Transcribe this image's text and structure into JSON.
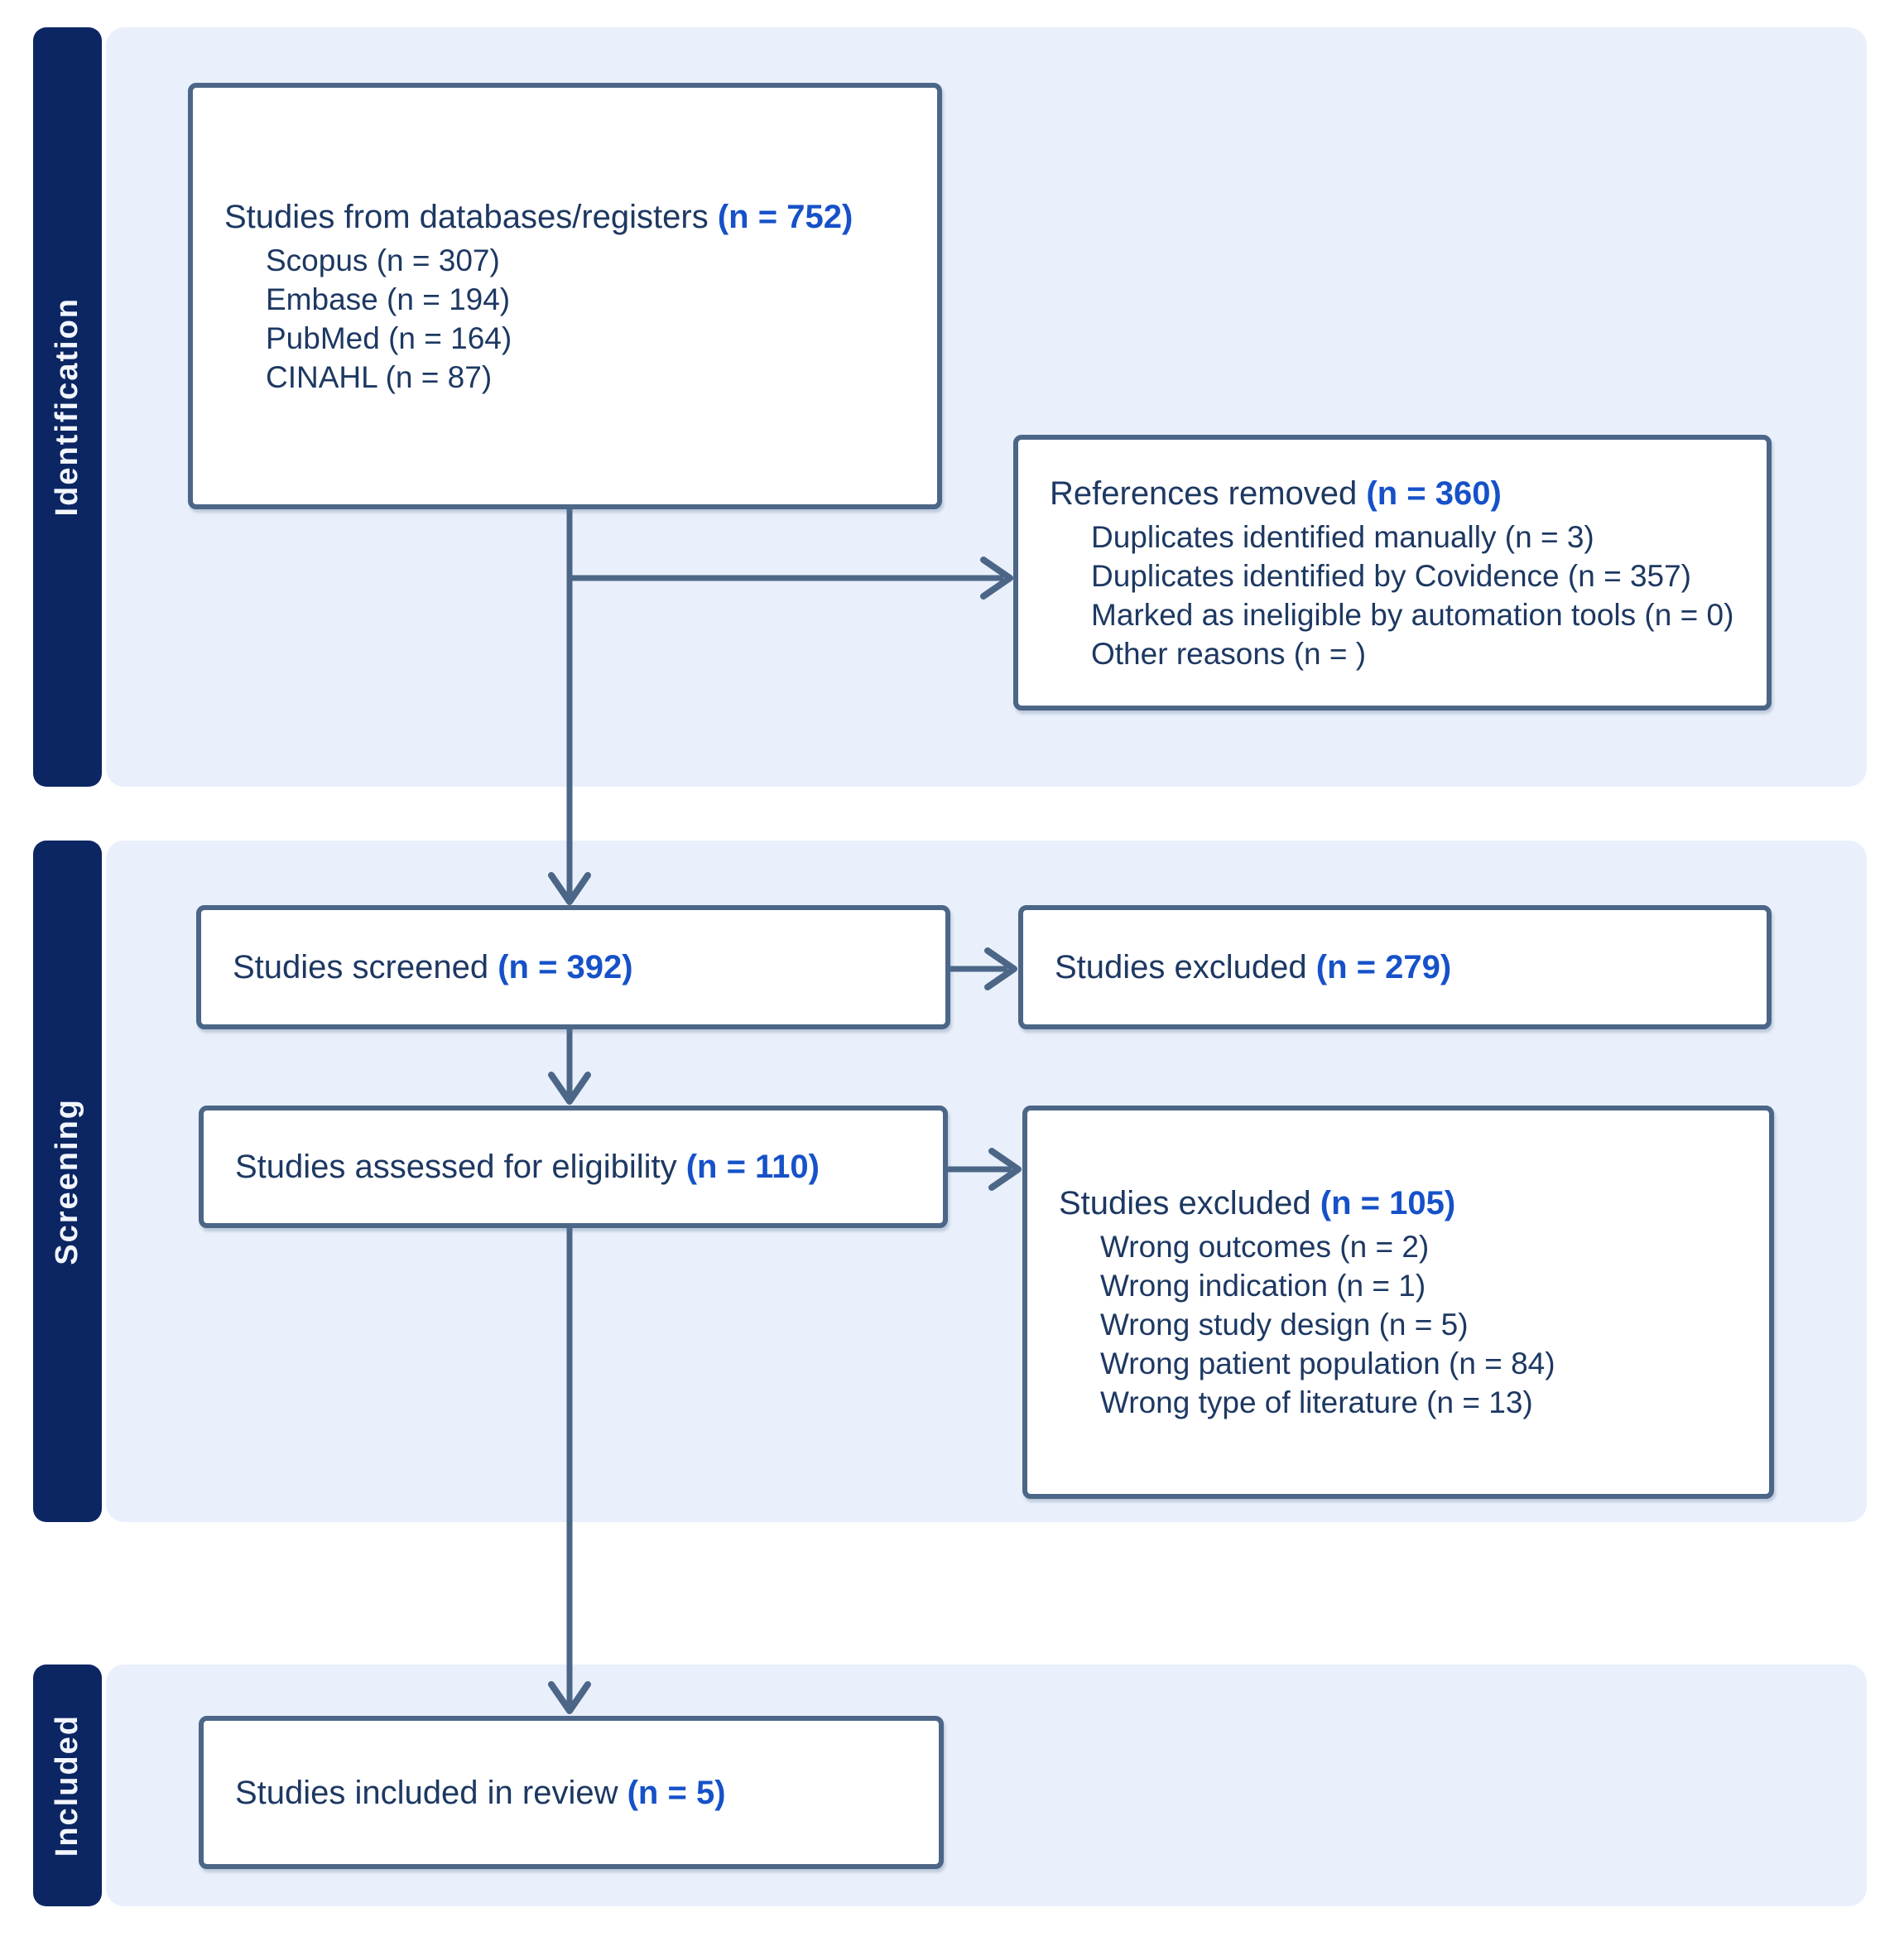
{
  "colors": {
    "accent_blue": "#1651c9",
    "navy_sidebar": "#0c2663",
    "band_background": "#e9f0fb",
    "box_border": "#4c6687",
    "text_navy": "#1d3862"
  },
  "sections": [
    {
      "label": "Identification"
    },
    {
      "label": "Screening"
    },
    {
      "label": "Included"
    }
  ],
  "boxes": {
    "databases": {
      "title": "Studies from databases/registers",
      "count": "(n = 752)",
      "items": [
        "Scopus (n = 307)",
        "Embase (n = 194)",
        "PubMed (n = 164)",
        "CINAHL (n = 87)"
      ]
    },
    "references_removed": {
      "title": "References removed",
      "count": "(n = 360)",
      "items": [
        "Duplicates identified manually (n = 3)",
        "Duplicates identified by Covidence (n = 357)",
        "Marked as ineligible by automation tools (n = 0)",
        "Other reasons (n = )"
      ]
    },
    "screened": {
      "title": "Studies screened",
      "count": "(n = 392)"
    },
    "excluded_screened": {
      "title": "Studies excluded",
      "count": "(n = 279)"
    },
    "assessed": {
      "title": "Studies assessed for eligibility",
      "count": "(n = 110)"
    },
    "excluded_assessed": {
      "title": "Studies excluded",
      "count": "(n = 105)",
      "items": [
        "Wrong outcomes (n = 2)",
        "Wrong indication (n = 1)",
        "Wrong study design (n = 5)",
        "Wrong patient population (n = 84)",
        "Wrong type of literature (n = 13)"
      ]
    },
    "included_review": {
      "title": "Studies included in review",
      "count": "(n = 5)"
    }
  }
}
